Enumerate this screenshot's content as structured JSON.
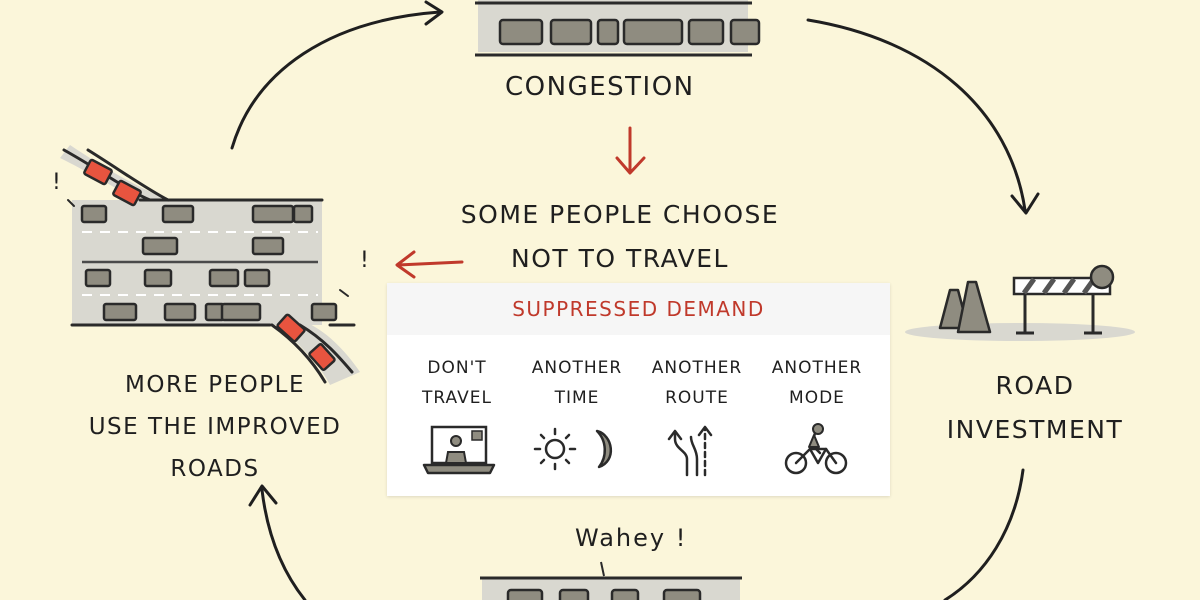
{
  "labels": {
    "congestion": "CONGESTION",
    "choose_line1": "SOME PEOPLE CHOOSE",
    "choose_line2": "NOT TO TRAVEL",
    "road_line1": "ROAD",
    "road_line2": "INVESTMENT",
    "more_line1": "MORE PEOPLE",
    "more_line2": "USE THE IMPROVED",
    "more_line3": "ROADS",
    "wahey": "Wahey !",
    "exclaim": "!"
  },
  "panel": {
    "title": "SUPPRESSED DEMAND",
    "options": [
      {
        "line1": "DON'T",
        "line2": "TRAVEL",
        "icon": "laptop-video-call-icon"
      },
      {
        "line1": "ANOTHER",
        "line2": "TIME",
        "icon": "sun-moon-icon"
      },
      {
        "line1": "ANOTHER",
        "line2": "ROUTE",
        "icon": "alternate-route-icon"
      },
      {
        "line1": "ANOTHER",
        "line2": "MODE",
        "icon": "cyclist-icon"
      }
    ]
  },
  "colors": {
    "background": "#fbf6da",
    "road": "#d9d8d0",
    "car": "#8f8c80",
    "car_highlight": "#e8543f",
    "accent": "#c0392b",
    "ink": "#1f1f1f"
  }
}
